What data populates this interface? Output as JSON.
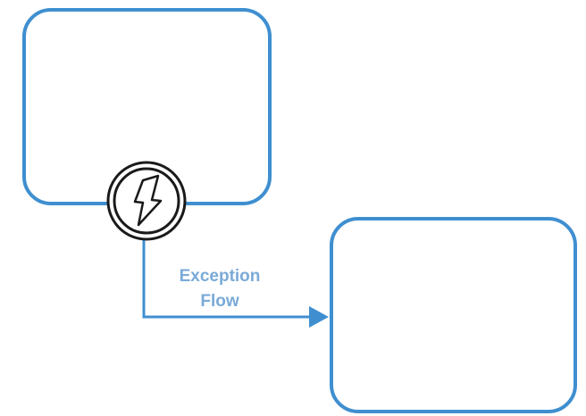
{
  "diagram": {
    "type": "bpmn-fragment",
    "nodes": [
      {
        "id": "task-source",
        "kind": "task",
        "label": ""
      },
      {
        "id": "task-target",
        "kind": "task",
        "label": ""
      }
    ],
    "boundary_event": {
      "kind": "error-intermediate-event",
      "attached_to": "task-source",
      "icon": "lightning-bolt-icon"
    },
    "flow": {
      "from": "boundary_event",
      "to": "task-target",
      "label_line1": "Exception",
      "label_line2": "Flow"
    },
    "colors": {
      "task_stroke": "#3f8fd0",
      "flow_stroke": "#3f8fd0",
      "label_text": "#7aaad8",
      "event_stroke": "#1a1a1a"
    }
  }
}
